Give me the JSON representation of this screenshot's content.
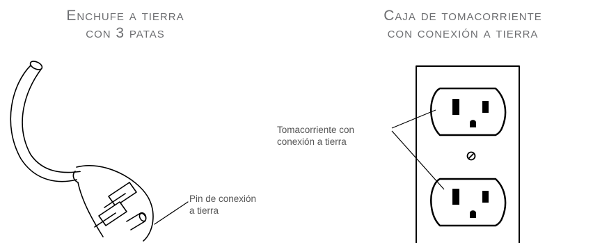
{
  "plug": {
    "title_line1": "Enchufe a tierra",
    "title_line2": "con 3 patas",
    "pin_label_line1": "Pin de conexión",
    "pin_label_line2": "a tierra"
  },
  "outlet": {
    "title_line1": "Caja de tomacorriente",
    "title_line2": "con conexión a tierra",
    "receptacle_label_line1": "Tomacorriente con",
    "receptacle_label_line2": "conexión a tierra"
  }
}
